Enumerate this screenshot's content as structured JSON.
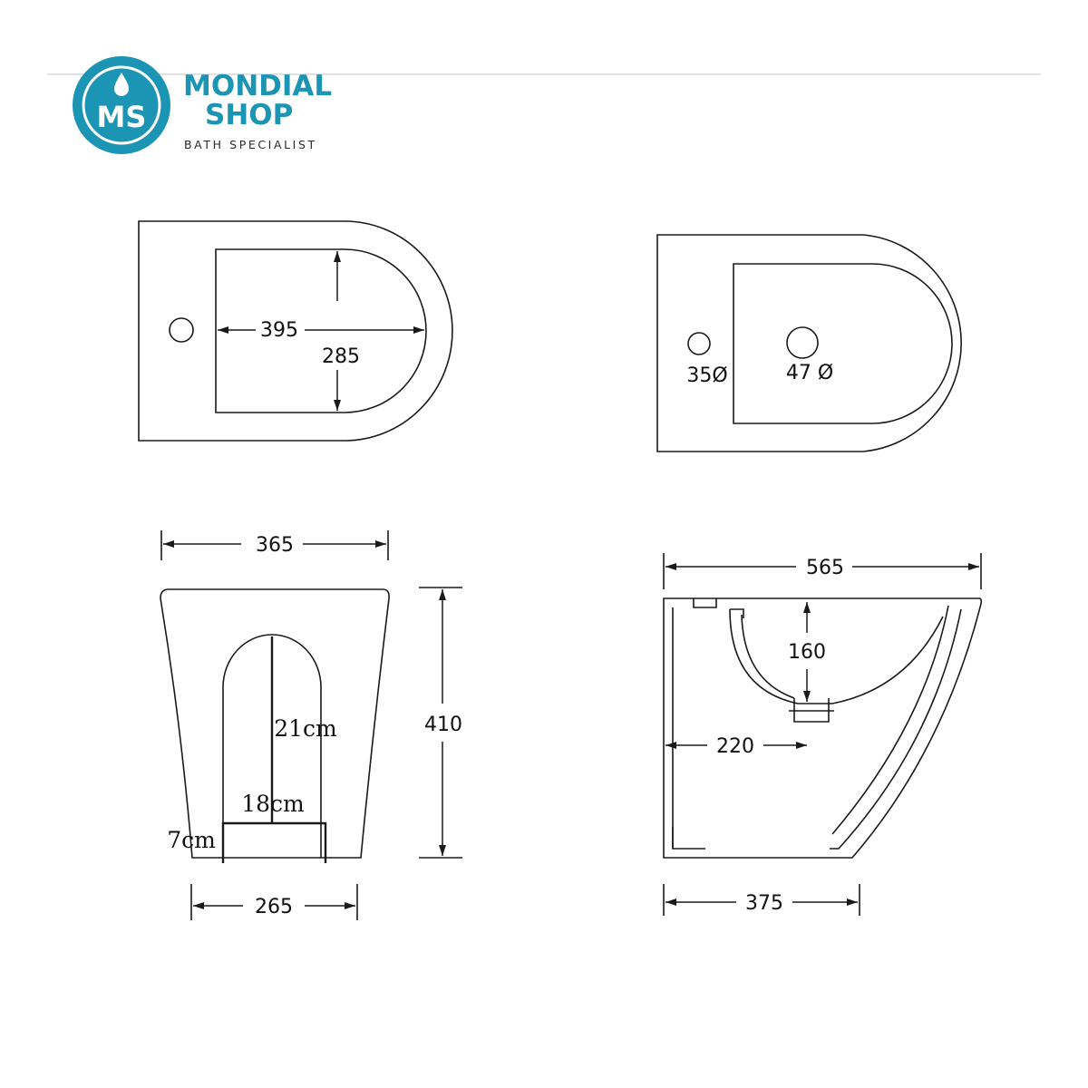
{
  "brand": {
    "logo_initials": "MS",
    "name_line1": "MONDIAL",
    "name_line2": "SHOP",
    "tagline": "BATH SPECIALIST",
    "color": "#1b95b3"
  },
  "top_left_view": {
    "length": "395",
    "width": "285"
  },
  "top_right_view": {
    "small_hole": "35Ø",
    "large_hole": "47 Ø"
  },
  "front_view": {
    "top_width": "365",
    "height": "410",
    "bottom_width": "265",
    "opening_height": "21cm",
    "opening_width": "18cm",
    "base_height": "7cm"
  },
  "side_view": {
    "length": "565",
    "depth": "160",
    "drain_distance": "220",
    "bottom_length": "375"
  }
}
